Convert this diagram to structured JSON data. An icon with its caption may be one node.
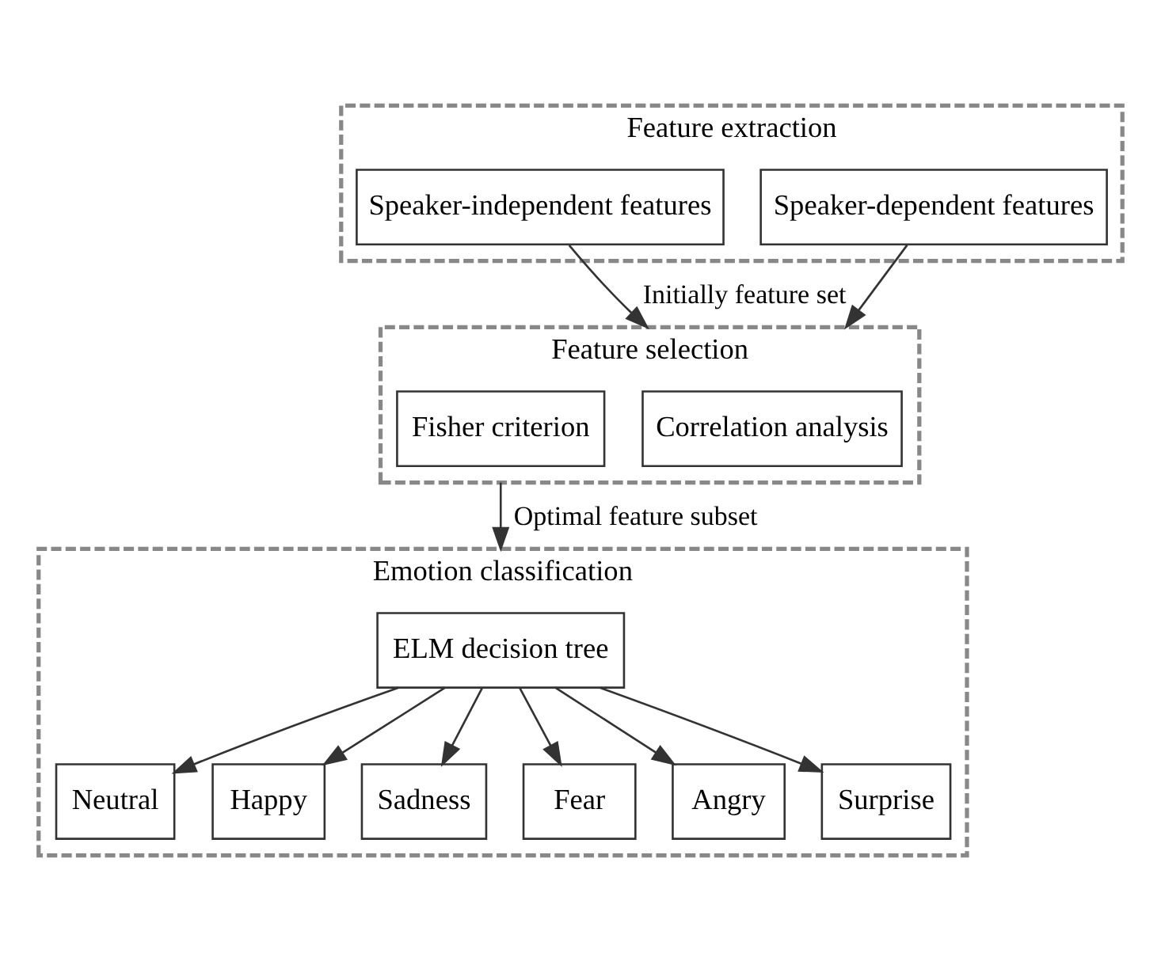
{
  "diagram": {
    "nodes": [
      {
        "text": [
          "Feature extraction"
        ]
      },
      {
        "text": [
          "Speaker-independent features"
        ],
        "in": 0
      },
      {
        "text": [
          "Speaker-dependent features"
        ],
        "in": 0
      },
      {
        "text": [
          "Feature selection"
        ]
      },
      {
        "text": [
          "Correlation analysis"
        ],
        "in": 3
      },
      {
        "text": [
          "Fisher criterion"
        ],
        "in": 3
      },
      {
        "text": [
          "Emotion classification"
        ]
      },
      {
        "text": [
          "ELM decision tree"
        ],
        "in": 6
      },
      {
        "text": [
          "Neutral"
        ],
        "in": 6
      },
      {
        "text": [
          "Happy"
        ],
        "in": 6
      },
      {
        "text": [
          "Sadness"
        ],
        "in": 6
      },
      {
        "text": [
          "Fear"
        ],
        "in": 6
      },
      {
        "text": [
          "Angry"
        ],
        "in": 6
      },
      {
        "text": [
          "Surprise"
        ],
        "in": 6
      }
    ],
    "edges": [
      {
        "from": 1,
        "to": 3,
        "arrow": "to",
        "label": "Initially feature set"
      },
      {
        "from": 2,
        "to": 3,
        "arrow": "to"
      },
      {
        "from": 3,
        "to": 6,
        "arrow": "to",
        "label": "Optimal feature subset"
      },
      {
        "from": 7,
        "to": 8,
        "arrow": "to"
      },
      {
        "from": 7,
        "to": 9,
        "arrow": "to"
      },
      {
        "from": 7,
        "to": 10,
        "arrow": "to"
      },
      {
        "from": 7,
        "to": 11,
        "arrow": "to"
      },
      {
        "from": 7,
        "to": 12,
        "arrow": "to"
      },
      {
        "from": 7,
        "to": 13,
        "arrow": "to"
      }
    ]
  }
}
